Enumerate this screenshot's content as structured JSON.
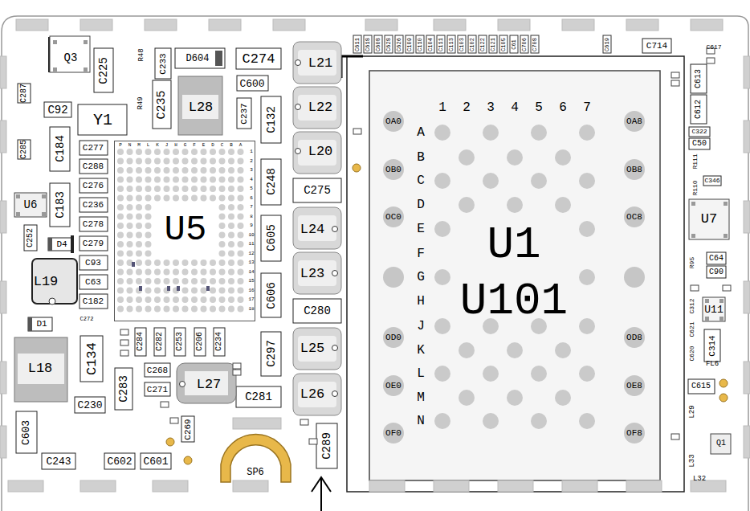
{
  "diagram": {
    "nodes": [
      {
        "text": [
          "U5"
        ]
      },
      {
        "text": [
          "U1",
          "U101"
        ]
      }
    ],
    "labels": [
      "Q3",
      "C225",
      "R48",
      "C233",
      "D604",
      "C274",
      "L21",
      "C287",
      "C92",
      "Y1",
      "R49",
      "C235",
      "L28",
      "C600",
      "C237",
      "C132",
      "L22",
      "L20",
      "C285",
      "C184",
      "C277",
      "C288",
      "C276",
      "C236",
      "C278",
      "C279",
      "C93",
      "C63",
      "C182",
      "C272",
      "C248",
      "C275",
      "U6",
      "C183",
      "C252",
      "D4",
      "L24",
      "C605",
      "L23",
      "C606",
      "L19",
      "C280",
      "D1",
      "C284",
      "C282",
      "C253",
      "C206",
      "C234",
      "C297",
      "L25",
      "L18",
      "C134",
      "C283",
      "C268",
      "C271",
      "L27",
      "C281",
      "L26",
      "C230",
      "C269",
      "C603",
      "C289",
      "C243",
      "C602",
      "C601",
      "1",
      "2",
      "3",
      "4",
      "5",
      "6",
      "7",
      "A",
      "B",
      "C",
      "D",
      "E",
      "F",
      "G",
      "H",
      "J",
      "K",
      "L",
      "M",
      "N",
      "OA0",
      "OB0",
      "OC0",
      "OD0",
      "OE0",
      "OF0",
      "OA8",
      "OB8",
      "OC8",
      "OD8",
      "OE8",
      "OF8",
      "C714",
      "C617",
      "C613",
      "C612",
      "C322",
      "C50",
      "R111",
      "R110",
      "C346",
      "U7",
      "R95",
      "C64",
      "C90",
      "C312",
      "U11",
      "C621",
      "C620",
      "C314",
      "FL6",
      "C615",
      "L29",
      "Q1",
      "L33",
      "L32",
      "C611",
      "C618",
      "C608",
      "C628",
      "C626",
      "C109",
      "C110",
      "C104",
      "C111",
      "C113",
      "C103",
      "C102",
      "C122",
      "C121",
      "C105",
      "C61",
      "C706",
      "C708",
      "C619",
      "P",
      "N",
      "M",
      "L",
      "K",
      "J",
      "H",
      "G",
      "F",
      "E",
      "D",
      "C",
      "B",
      "A",
      "1",
      "2",
      "3",
      "4",
      "5",
      "6",
      "7",
      "8",
      "9",
      "10",
      "11",
      "12",
      "13",
      "14",
      "15",
      "16",
      "17",
      "18",
      "SP6"
    ]
  }
}
